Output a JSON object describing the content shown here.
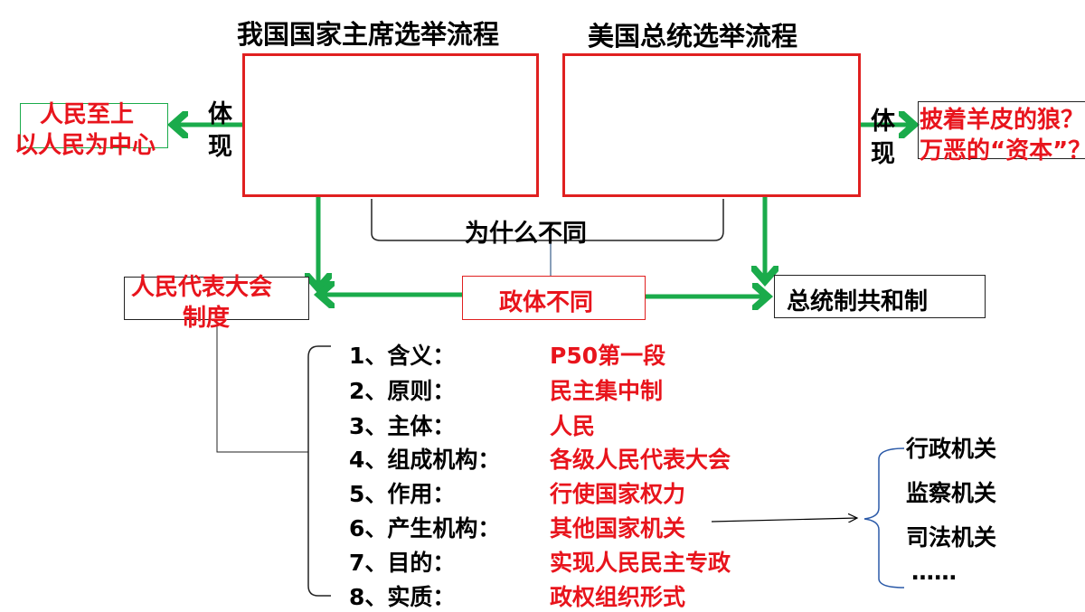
{
  "titles": {
    "china": "我国国家主席选举流程",
    "us": "美国总统选举流程"
  },
  "left_note": {
    "line1": "人民至上",
    "line2": "以人民为中心"
  },
  "left_embody": {
    "c1": "体",
    "c2": "现"
  },
  "right_embody": {
    "c1": "体",
    "c2": "现"
  },
  "right_note": {
    "line1": "披着羊皮的狼？",
    "line2": "万恶的“资本”？"
  },
  "why_different": "为什么不同",
  "regime_different": "政体不同",
  "npc_system": {
    "line1": "人民代表大会",
    "line2": "制度"
  },
  "presidential": "总统制共和制",
  "items": [
    {
      "label": "1、含义：",
      "value": "P50第一段"
    },
    {
      "label": "2、原则：",
      "value": "民主集中制"
    },
    {
      "label": "3、主体：",
      "value": "人民"
    },
    {
      "label": "4、组成机构：",
      "value": "各级人民代表大会"
    },
    {
      "label": "5、作用：",
      "value": "行使国家权力"
    },
    {
      "label": "6、产生机构：",
      "value": "其他国家机关"
    },
    {
      "label": "7、目的：",
      "value": "实现人民民主专政"
    },
    {
      "label": "8、实质：",
      "value": "政权组织形式"
    }
  ],
  "organs": [
    "行政机关",
    "监察机关",
    "司法机关",
    "……"
  ],
  "colors": {
    "red": "#e8141c",
    "green": "#1aab4b",
    "box_border_red": "#e02020"
  }
}
